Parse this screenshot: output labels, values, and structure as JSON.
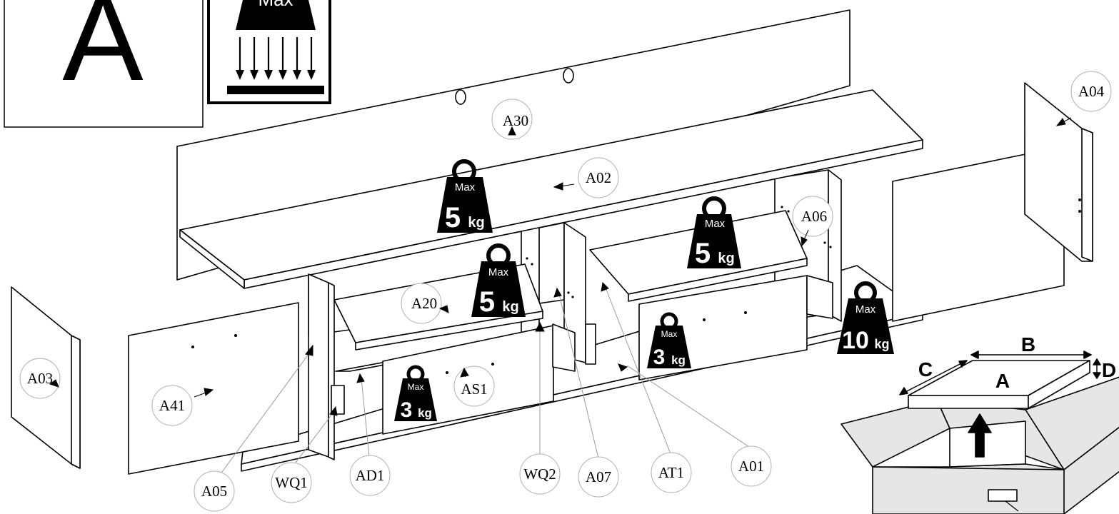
{
  "package_letter": "A",
  "max_load_symbol": {
    "label": "Max"
  },
  "weight_limits": [
    {
      "id": "top-shelf",
      "label": "Max",
      "value": "5",
      "unit": "kg"
    },
    {
      "id": "right-shelf",
      "label": "Max",
      "value": "5",
      "unit": "kg"
    },
    {
      "id": "mid-shelf",
      "label": "Max",
      "value": "5",
      "unit": "kg"
    },
    {
      "id": "left-drawer",
      "label": "Max",
      "value": "3",
      "unit": "kg"
    },
    {
      "id": "right-drawer",
      "label": "Max",
      "value": "3",
      "unit": "kg"
    },
    {
      "id": "bottom",
      "label": "Max",
      "value": "10",
      "unit": "kg"
    }
  ],
  "part_labels": {
    "a30": "A30",
    "a02": "A02",
    "a04": "A04",
    "a06": "A06",
    "a03": "A03",
    "a20": "A20",
    "as1": "AS1",
    "a41": "A41",
    "a05": "A05",
    "wq1": "WQ1",
    "ad1": "AD1",
    "wq2": "WQ2",
    "a07": "A07",
    "at1": "AT1",
    "a01": "A01"
  },
  "package_diagram": {
    "face_label": "A",
    "b": "B",
    "c": "C",
    "d": "D"
  },
  "colors": {
    "ink": "#000000",
    "paper": "#ffffff",
    "box_fill": "#e6e6e6",
    "callout_stroke": "#9a9a9a"
  }
}
